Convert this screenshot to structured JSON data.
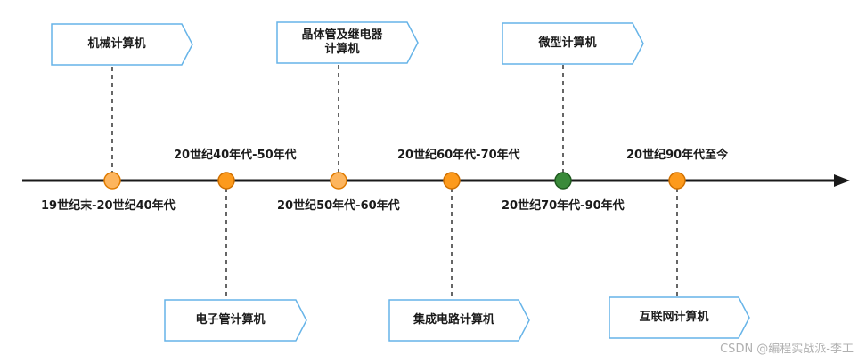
{
  "timeline": {
    "events": [
      {
        "period": "19世纪末-20世纪40年代",
        "label": "机械计算机",
        "color": "#fdb55e"
      },
      {
        "period": "20世纪40年代-50年代",
        "label": "电子管计算机",
        "color": "#fd9a1c"
      },
      {
        "period": "20世纪50年代-60年代",
        "label": "晶体管及继电器\n计算机",
        "color": "#fdb55e"
      },
      {
        "period": "20世纪60年代-70年代",
        "label": "集成电路计算机",
        "color": "#fd9a1c"
      },
      {
        "period": "20世纪70年代-90年代",
        "label": "微型计算机",
        "color": "#3a8a3a"
      },
      {
        "period": "20世纪90年代至今",
        "label": "互联网计算机",
        "color": "#fd9a1c"
      }
    ]
  },
  "colors": {
    "axis": "#1a1a1a",
    "box_border": "#67b4e8",
    "dash": "#333333"
  },
  "watermark": "CSDN @编程实战派-李工"
}
